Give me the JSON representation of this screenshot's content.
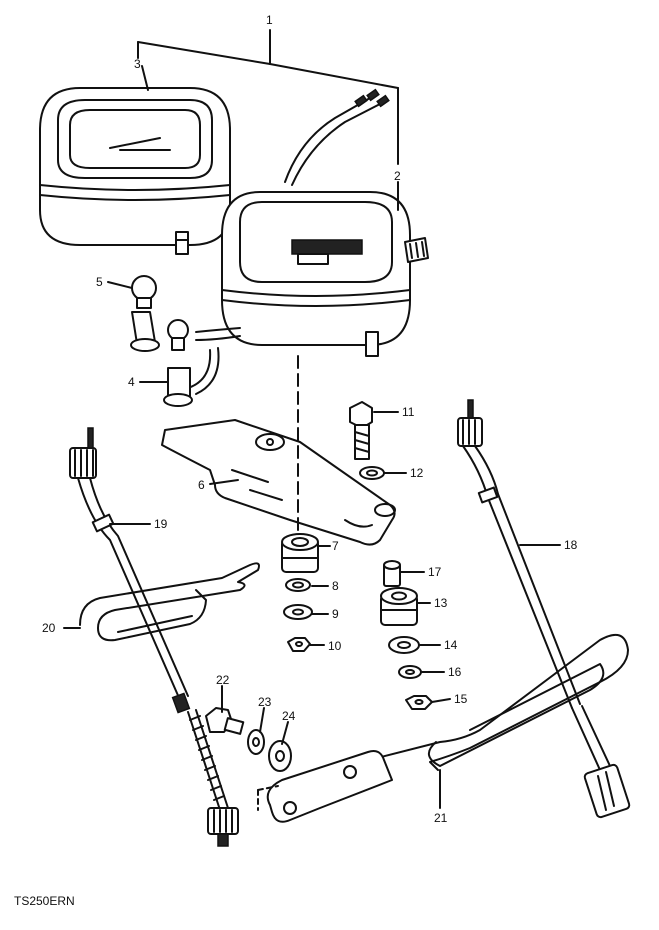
{
  "diagram": {
    "code": "TS250ERN",
    "callouts": [
      "1",
      "2",
      "3",
      "4",
      "5",
      "6",
      "7",
      "8",
      "9",
      "10",
      "11",
      "12",
      "13",
      "14",
      "15",
      "16",
      "17",
      "18",
      "19",
      "20",
      "21",
      "22",
      "23",
      "24"
    ]
  }
}
